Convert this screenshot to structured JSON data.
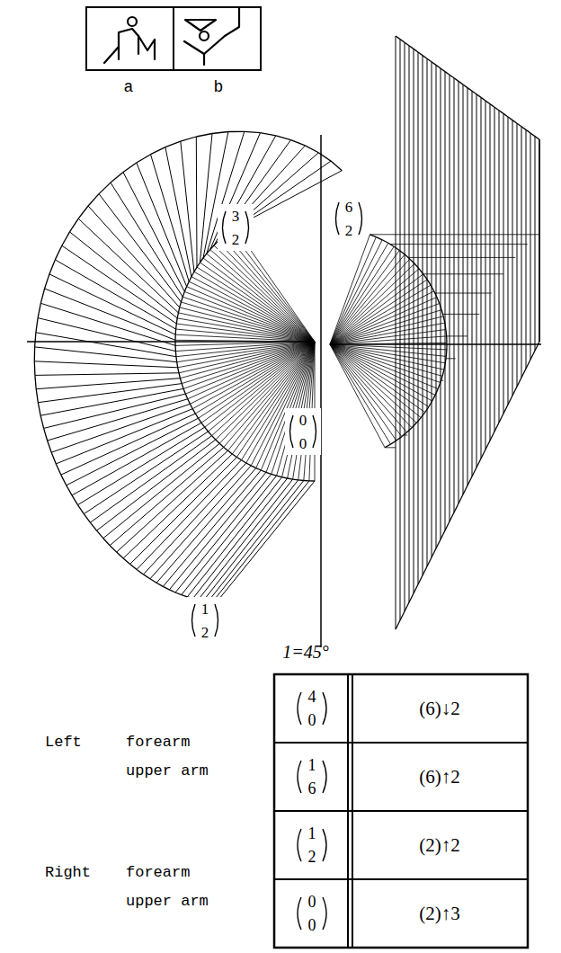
{
  "diagram": {
    "labels": [
      "a",
      "b",
      "3",
      "2",
      "6",
      "2",
      "0",
      "0",
      "1",
      "2",
      "1=45°",
      "Left",
      "forearm",
      "upper arm",
      "Right",
      "forearm",
      "upper arm",
      "4",
      "0",
      "(6)↓2",
      "1",
      "6",
      "(6)↑2",
      "1",
      "2",
      "(2)↑2",
      "0",
      "0",
      "(2)↑3"
    ]
  }
}
